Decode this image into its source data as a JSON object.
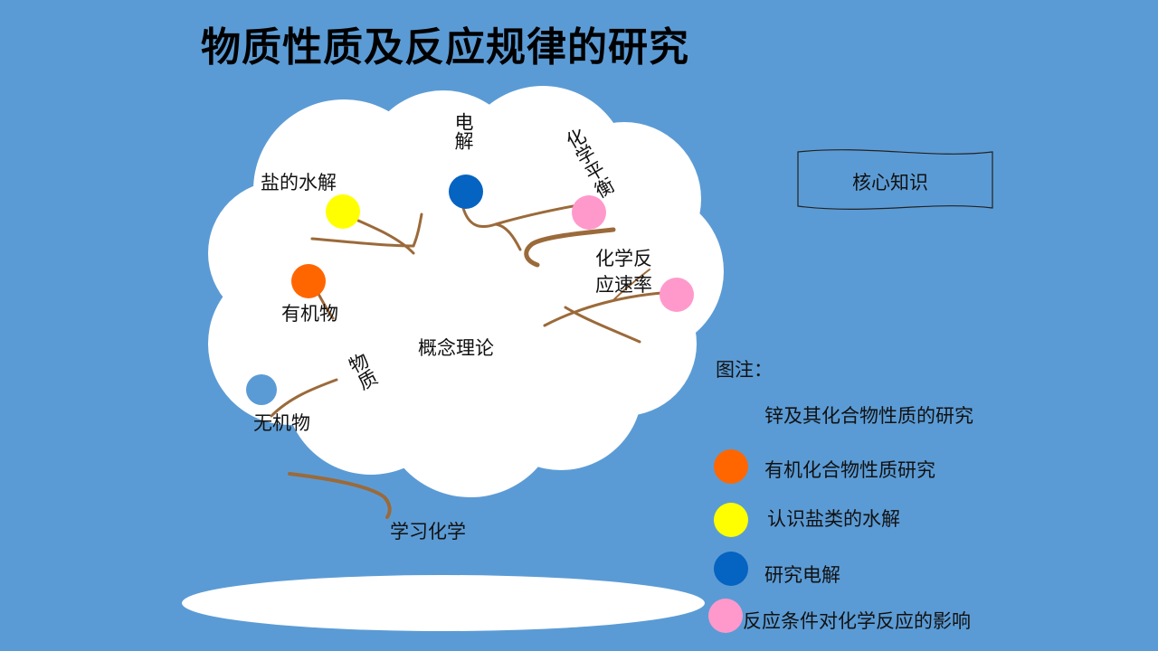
{
  "title": "物质性质及反应规律的研究",
  "key_box": {
    "label": "核心知识"
  },
  "center_label": "概念理论",
  "bottom_label": "学习化学",
  "nodes": {
    "electrolysis": "电解",
    "salt_hydrolysis": "盐的水解",
    "chem_equilibrium": "化学平衡",
    "reaction_rate_line1": "化学反",
    "reaction_rate_line2": "应速率",
    "organic": "有机物",
    "matter": "物质",
    "inorganic": "无机物"
  },
  "legend": {
    "heading": "图注：",
    "items": [
      {
        "text": "锌及其化合物性质的研究",
        "color": ""
      },
      {
        "text": "有机化合物性质研究",
        "color": "#ff6600"
      },
      {
        "text": "认识盐类的水解",
        "color": "#ffff00"
      },
      {
        "text": "研究电解",
        "color": "#0563c1"
      },
      {
        "text": "反应条件对化学反应的影响",
        "color": "#ff99cc"
      }
    ]
  },
  "colors": {
    "background": "#5b9bd5",
    "cloud": "#ffffff",
    "branch": "#9b6a3a",
    "orange": "#ff6600",
    "yellow": "#ffff00",
    "blue": "#0563c1",
    "pink": "#ff99cc"
  }
}
